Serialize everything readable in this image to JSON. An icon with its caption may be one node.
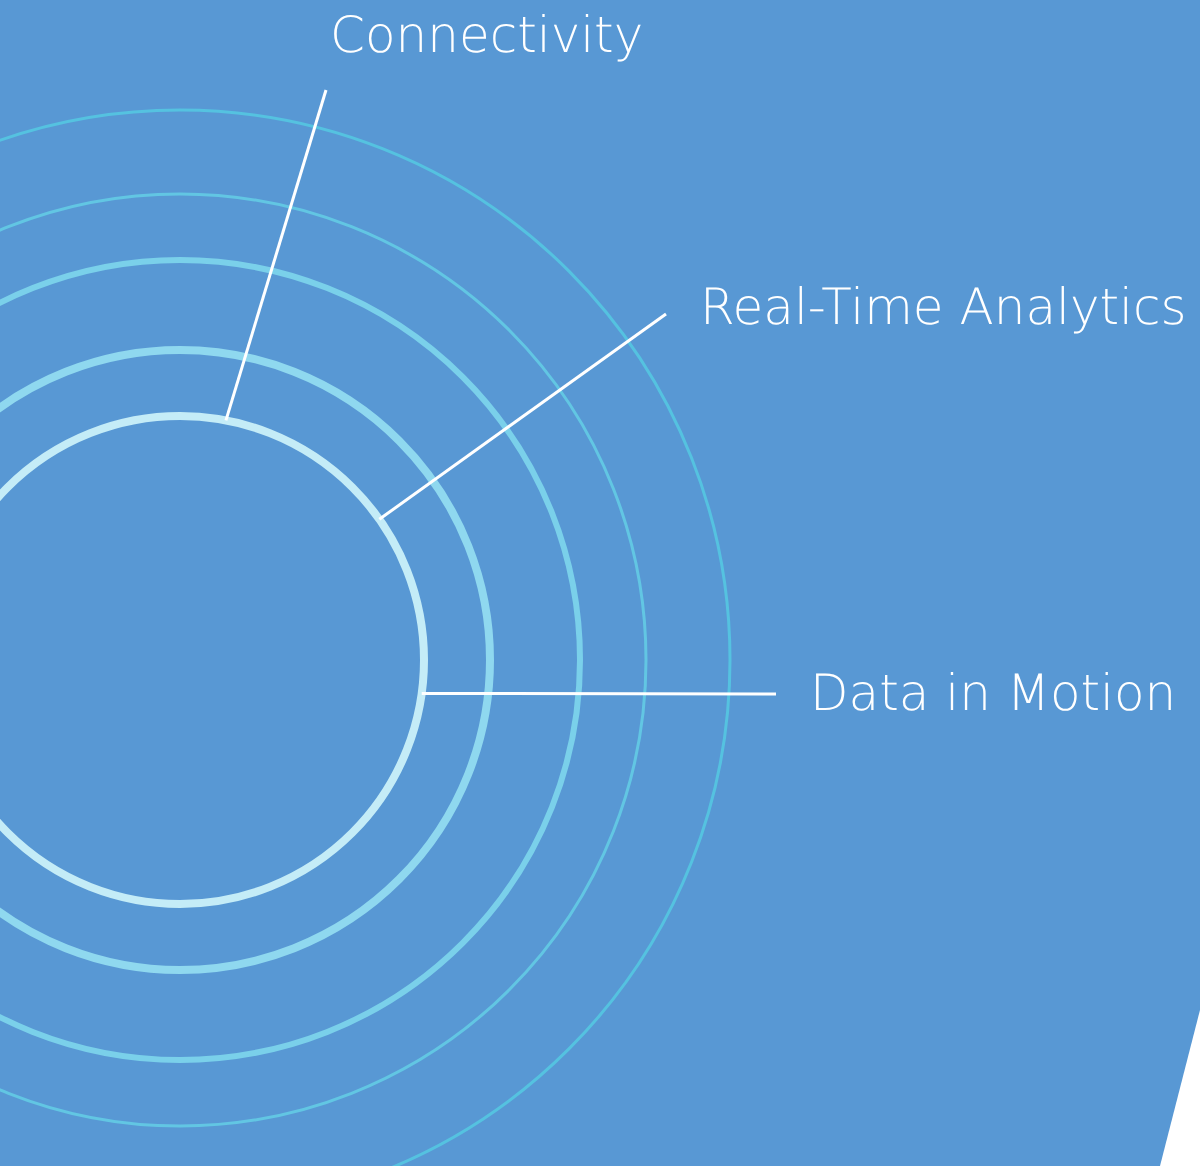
{
  "diagram": {
    "nodes": [
      {
        "text": [
          "Connectivity"
        ]
      },
      {
        "text": [
          "Real-Time Analytics"
        ]
      },
      {
        "text": [
          "Data in Motion"
        ]
      },
      {
        "text": [],
        "shape": "circle"
      }
    ],
    "edges": [
      {
        "from": 0,
        "to": 3,
        "arrow": "none"
      },
      {
        "from": 1,
        "to": 3,
        "arrow": "none"
      },
      {
        "from": 2,
        "to": 3,
        "arrow": "none"
      }
    ]
  }
}
